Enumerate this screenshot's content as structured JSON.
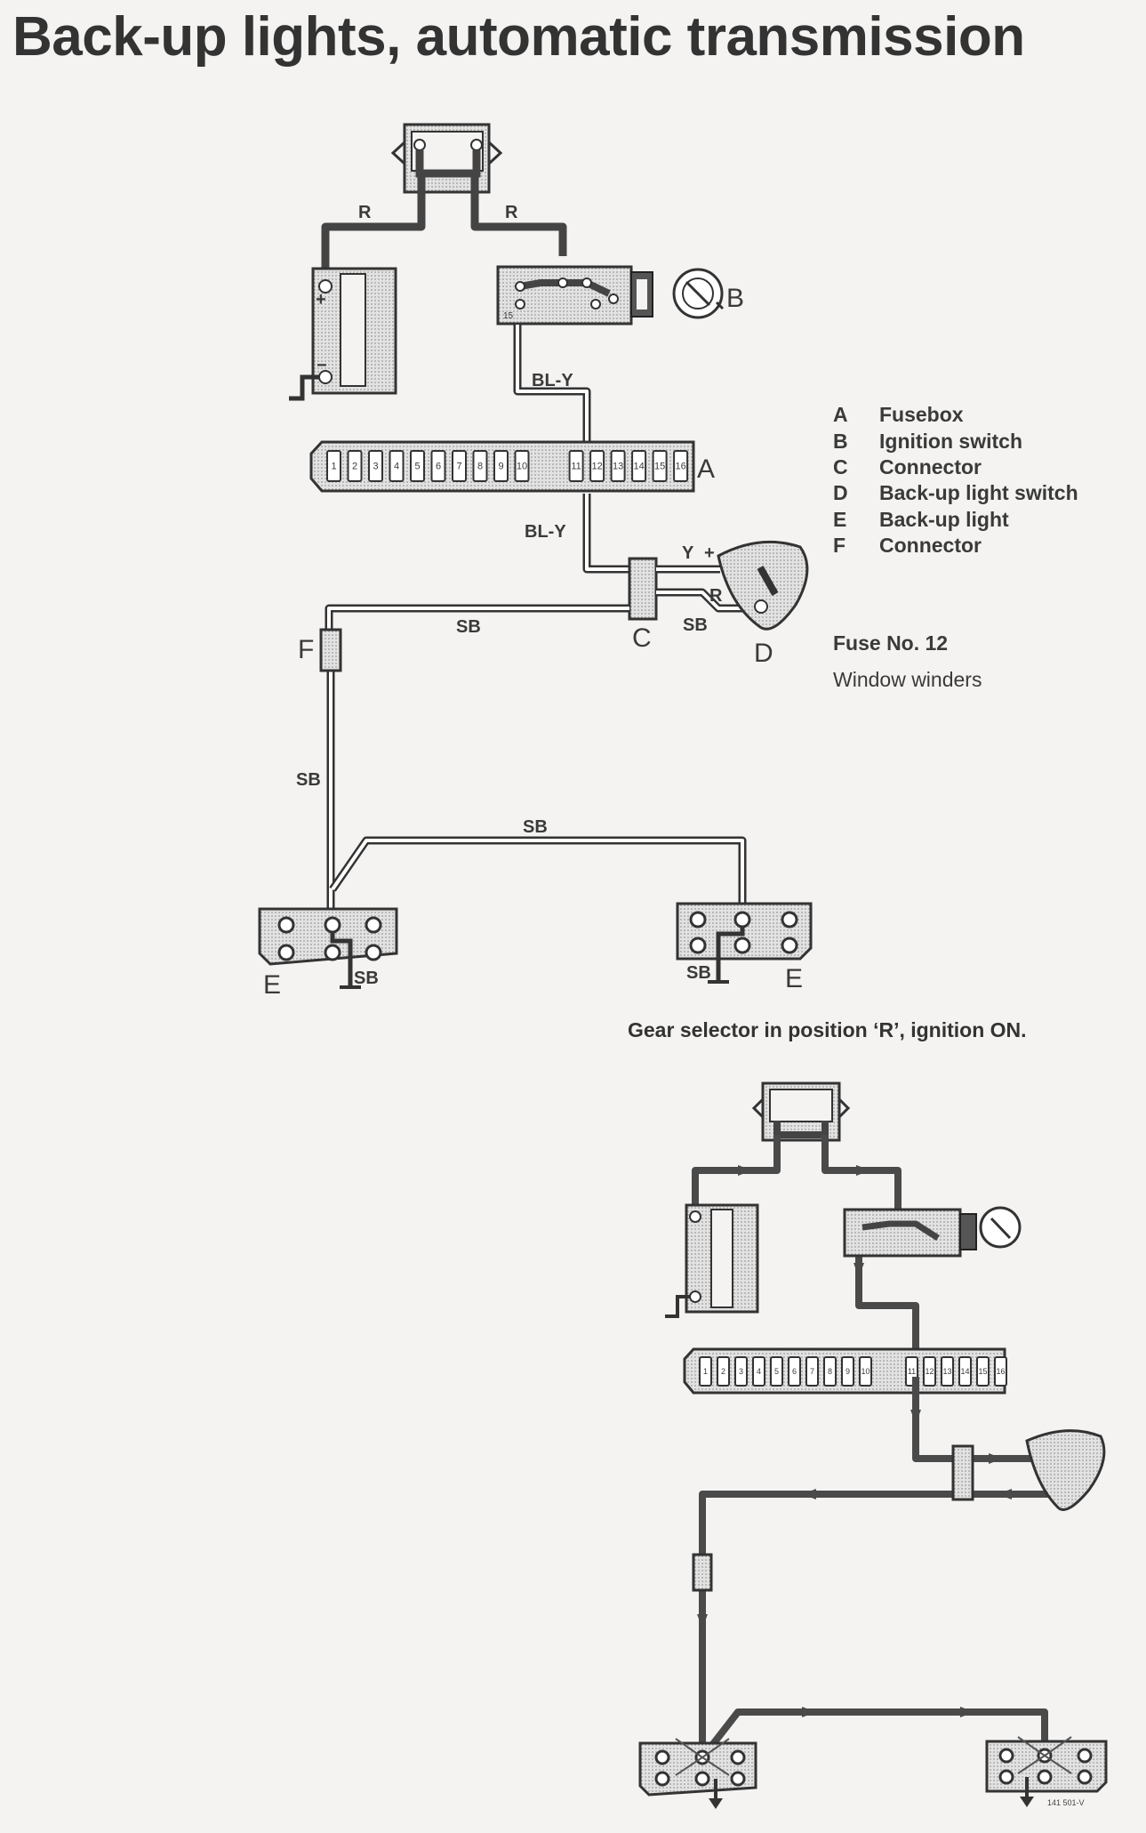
{
  "title": "Back-up lights, automatic transmission",
  "legend": [
    {
      "key": "A",
      "label": "Fusebox"
    },
    {
      "key": "B",
      "label": "Ignition switch"
    },
    {
      "key": "C",
      "label": "Connector"
    },
    {
      "key": "D",
      "label": "Back-up light switch"
    },
    {
      "key": "E",
      "label": "Back-up light"
    },
    {
      "key": "F",
      "label": "Connector"
    }
  ],
  "fuse": {
    "title": "Fuse No. 12",
    "circuit": "Window winders"
  },
  "diagram_labels": {
    "component_a": "A",
    "component_b": "B",
    "component_c": "C",
    "component_d": "D",
    "component_e": "E",
    "component_f": "F",
    "wire_red": "R",
    "wire_blue_yellow": "BL-Y",
    "wire_yellow": "Y",
    "wire_black": "SB",
    "battery_plus": "+",
    "battery_minus": "−",
    "ignition_terminal": "15"
  },
  "fuse_numbers": [
    "1",
    "2",
    "3",
    "4",
    "5",
    "6",
    "7",
    "8",
    "9",
    "10",
    "11",
    "12",
    "13",
    "14",
    "15",
    "16"
  ],
  "caption": "Gear selector in position ‘R’, ignition ON.",
  "drawing_number": "141 501-V",
  "colors": {
    "background": "#f4f3f1",
    "wire_dark": "#4a4a4a",
    "wire_light": "#ffffff",
    "component_fill": "#d6d6d6"
  }
}
